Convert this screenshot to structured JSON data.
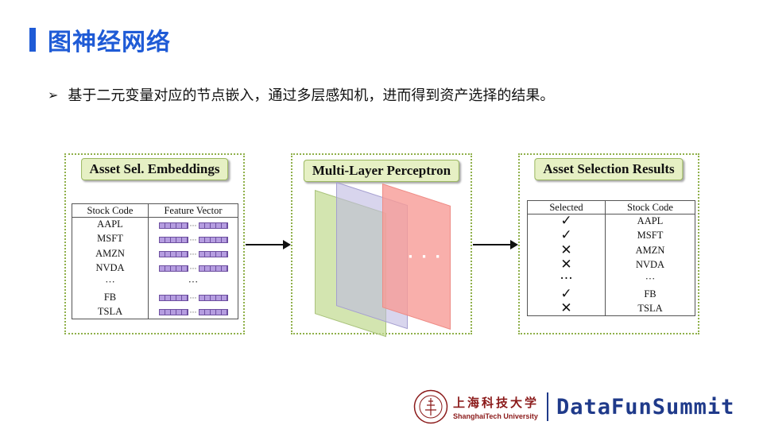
{
  "header": {
    "title": "图神经网络",
    "accent_color": "#1f5bd6"
  },
  "bullet": {
    "marker": "➢",
    "text": "基于二元变量对应的节点嵌入，通过多层感知机，进而得到资产选择的结果。"
  },
  "diagram": {
    "left_panel": {
      "label": "Asset Sel. Embeddings",
      "columns": [
        "Stock Code",
        "Feature Vector"
      ],
      "rows": [
        {
          "code": "AAPL",
          "vector": "···"
        },
        {
          "code": "MSFT",
          "vector": "···"
        },
        {
          "code": "AMZN",
          "vector": "···"
        },
        {
          "code": "NVDA",
          "vector": "···"
        },
        {
          "code": "···",
          "vector": "···"
        },
        {
          "code": "FB",
          "vector": "···"
        },
        {
          "code": "TSLA",
          "vector": "···"
        }
      ]
    },
    "middle_panel": {
      "label": "Multi-Layer Perceptron",
      "dots": "· · ·"
    },
    "right_panel": {
      "label": "Asset Selection Results",
      "columns": [
        "Selected",
        "Stock Code"
      ],
      "rows": [
        {
          "mark": "✓",
          "code": "AAPL"
        },
        {
          "mark": "✓",
          "code": "MSFT"
        },
        {
          "mark": "✕",
          "code": "AMZN"
        },
        {
          "mark": "✕",
          "code": "NVDA"
        },
        {
          "mark": "···",
          "code": "···"
        },
        {
          "mark": "✓",
          "code": "FB"
        },
        {
          "mark": "✕",
          "code": "TSLA"
        }
      ]
    },
    "colors": {
      "panel_border": "#8fb04a",
      "label_bg": "#e6f0c4",
      "layer_green": "#c4dc96",
      "layer_purple": "#beb9e1",
      "layer_red": "#f79b96"
    }
  },
  "footer": {
    "university_cn": "上海科技大学",
    "university_en": "ShanghaiTech University",
    "brand": "DataFunSummit",
    "brand_color": "#1f3a8a"
  }
}
